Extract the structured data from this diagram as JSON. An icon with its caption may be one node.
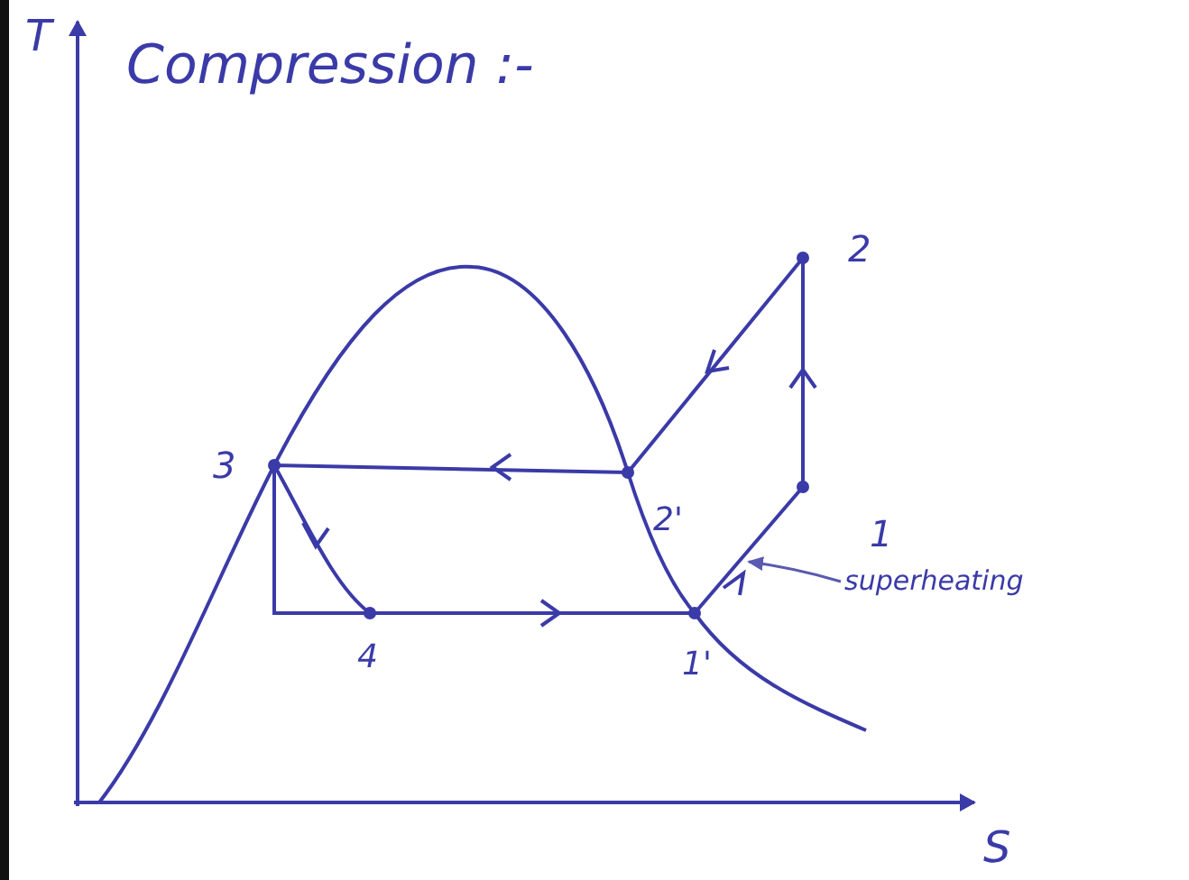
{
  "diagram": {
    "title": "Compression :-",
    "nodes": [
      {
        "text": [
          "superheating"
        ]
      },
      {
        "text": [],
        "shape": "line"
      }
    ],
    "edges": [
      {
        "from": 0,
        "to": 1,
        "arrow": "to"
      }
    ],
    "labels": [
      "T",
      "2",
      "3",
      "2'",
      "1",
      "4",
      "1'",
      "S"
    ]
  }
}
